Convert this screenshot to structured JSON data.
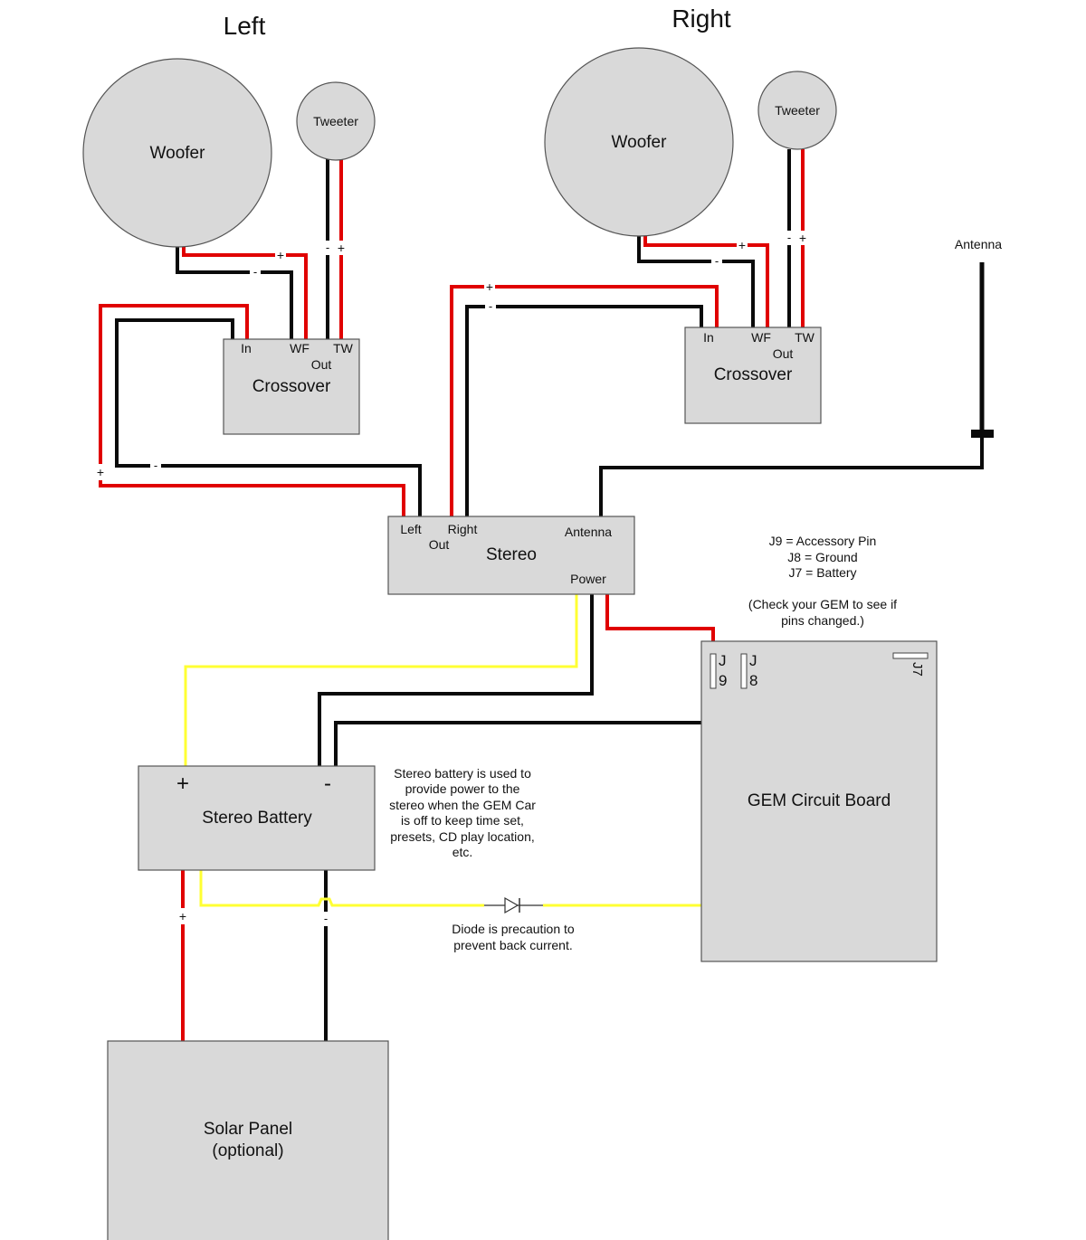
{
  "left": {
    "heading": "Left",
    "woofer": "Woofer",
    "tweeter": "Tweeter",
    "crossover": {
      "title": "Crossover",
      "in": "In",
      "wf": "WF",
      "tw": "TW",
      "out": "Out"
    }
  },
  "right": {
    "heading": "Right",
    "woofer": "Woofer",
    "tweeter": "Tweeter",
    "crossover": {
      "title": "Crossover",
      "in": "In",
      "wf": "WF",
      "tw": "TW",
      "out": "Out"
    }
  },
  "antenna": {
    "label": "Antenna"
  },
  "stereo": {
    "title": "Stereo",
    "left": "Left",
    "right": "Right",
    "out": "Out",
    "antenna": "Antenna",
    "power": "Power"
  },
  "pin_legend": {
    "j9": "J9 = Accessory Pin",
    "j8": "J8 = Ground",
    "j7": "J7 = Battery",
    "check_1": "(Check your GEM to see if",
    "check_2": "pins changed.)"
  },
  "gem_board": {
    "title": "GEM Circuit Board",
    "j9_letter": "J",
    "j9_num": "9",
    "j8_letter": "J",
    "j8_num": "8",
    "j7_label": "J7"
  },
  "stereo_battery": {
    "title": "Stereo Battery",
    "plus": "+",
    "minus": "-",
    "note": [
      "Stereo battery is used to",
      "provide power to the",
      "stereo when the GEM Car",
      "is off to keep time set,",
      "presets, CD play location,",
      "etc."
    ]
  },
  "diode_note": [
    "Diode is precaution to",
    "prevent back current."
  ],
  "solar_panel": {
    "line1": "Solar Panel",
    "line2": "(optional)"
  },
  "polarity": {
    "plus": "+",
    "minus": "-"
  },
  "wire_colors": {
    "positive": "#e00000",
    "negative": "#0a0a0a",
    "accessory": "#ffff33"
  }
}
